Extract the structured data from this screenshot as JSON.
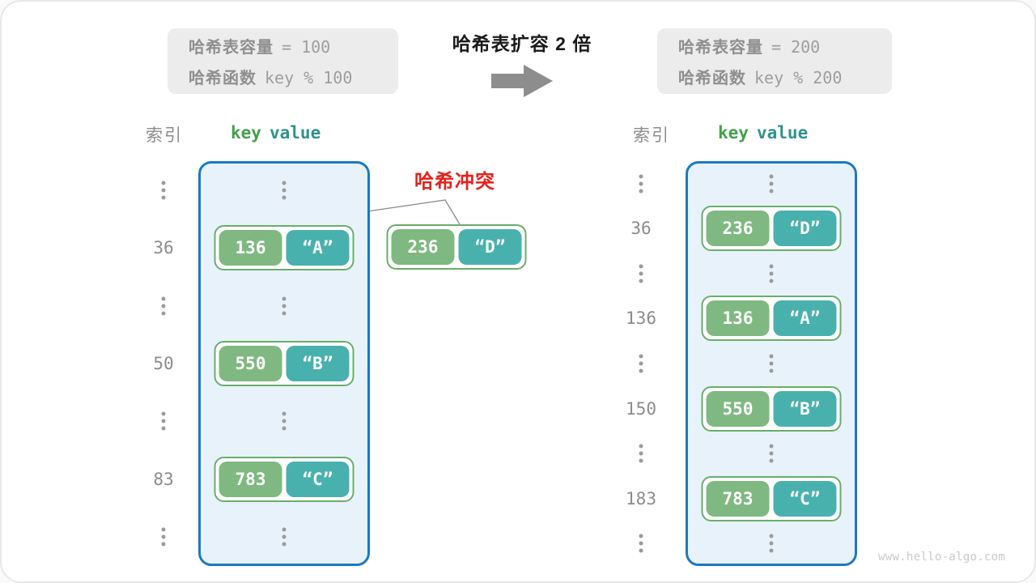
{
  "info_left": {
    "line1_label": "哈希表容量",
    "line1_value": "= 100",
    "line2_label": "哈希函数",
    "line2_value": "key % 100"
  },
  "info_right": {
    "line1_label": "哈希表容量",
    "line1_value": "= 200",
    "line2_label": "哈希函数",
    "line2_value": "key % 200"
  },
  "transition": {
    "title": "哈希表扩容 2 倍"
  },
  "collision_label": "哈希冲突",
  "watermark": "www.hello-algo.com",
  "headers": {
    "index": "索引",
    "key": "key",
    "value": "value"
  },
  "left_table": {
    "rows": [
      {
        "type": "dots"
      },
      {
        "type": "pair",
        "index": "36",
        "key": "136",
        "value": "“A”"
      },
      {
        "type": "dots"
      },
      {
        "type": "pair",
        "index": "50",
        "key": "550",
        "value": "“B”"
      },
      {
        "type": "dots"
      },
      {
        "type": "pair",
        "index": "83",
        "key": "783",
        "value": "“C”"
      },
      {
        "type": "dots"
      }
    ]
  },
  "right_table": {
    "rows": [
      {
        "type": "dots"
      },
      {
        "type": "pair",
        "index": "36",
        "key": "236",
        "value": "“D”"
      },
      {
        "type": "dots"
      },
      {
        "type": "pair",
        "index": "136",
        "key": "136",
        "value": "“A”"
      },
      {
        "type": "dots"
      },
      {
        "type": "pair",
        "index": "150",
        "key": "550",
        "value": "“B”"
      },
      {
        "type": "dots"
      },
      {
        "type": "pair",
        "index": "183",
        "key": "783",
        "value": "“C”"
      },
      {
        "type": "dots"
      }
    ]
  },
  "collision_pair": {
    "key": "236",
    "value": "“D”"
  },
  "colors": {
    "canvas_border": "#e8e8e8",
    "info_bg": "#ececec",
    "info_text": "#8f8f8f",
    "info_mono": "#9e9e9e",
    "title": "#1a1a1a",
    "arrow": "#8d8d8d",
    "table_fill": "#e8f2fa",
    "table_border": "#1b79c3",
    "pair_border": "#69ae6b",
    "key_fill": "#7fb981",
    "value_fill": "#49b1ad",
    "key_header": "#43a04b",
    "value_header": "#2e938c",
    "index_gray": "#8c8c8c",
    "dots_gray": "#9b9b9b",
    "collision_red": "#e2231c",
    "connector_gray": "#8a8a8a",
    "watermark": "#cbcbcb"
  }
}
